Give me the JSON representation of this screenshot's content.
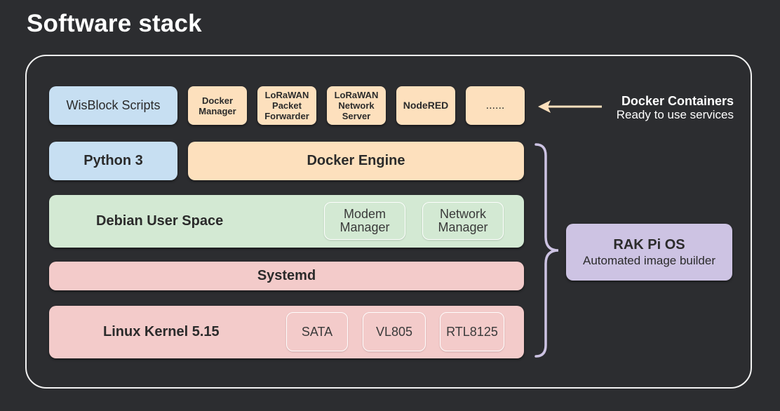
{
  "title": "Software stack",
  "containers": {
    "wisblock": "WisBlock Scripts",
    "docker_manager": [
      "Docker",
      "Manager"
    ],
    "lorawan_packet_forwarder": [
      "LoRaWAN",
      "Packet",
      "Forwarder"
    ],
    "lorawan_network_server": [
      "LoRaWAN",
      "Network",
      "Server"
    ],
    "nodered": "NodeRED",
    "more": "......"
  },
  "python": "Python 3",
  "docker_engine": "Docker Engine",
  "debian": {
    "label": "Debian User Space",
    "modem_manager": [
      "Modem",
      "Manager"
    ],
    "network_manager": [
      "Network",
      "Manager"
    ]
  },
  "systemd": "Systemd",
  "kernel": {
    "label": "Linux Kernel 5.15",
    "sata": "SATA",
    "vl805": "VL805",
    "rtl8125": "RTL8125"
  },
  "docker_containers_note": {
    "title": "Docker Containers",
    "subtitle": "Ready to use services"
  },
  "rak_pi_os": {
    "title": "RAK Pi OS",
    "subtitle": "Automated image builder"
  },
  "colors": {
    "background": "#2c2d30",
    "blue": "#c7dff2",
    "peach": "#fde0bd",
    "green": "#d3e9d3",
    "pink": "#f3cbca",
    "purple": "#cdc3e3",
    "bracket": "#cdc3e3",
    "arrow": "#fde0bd"
  }
}
